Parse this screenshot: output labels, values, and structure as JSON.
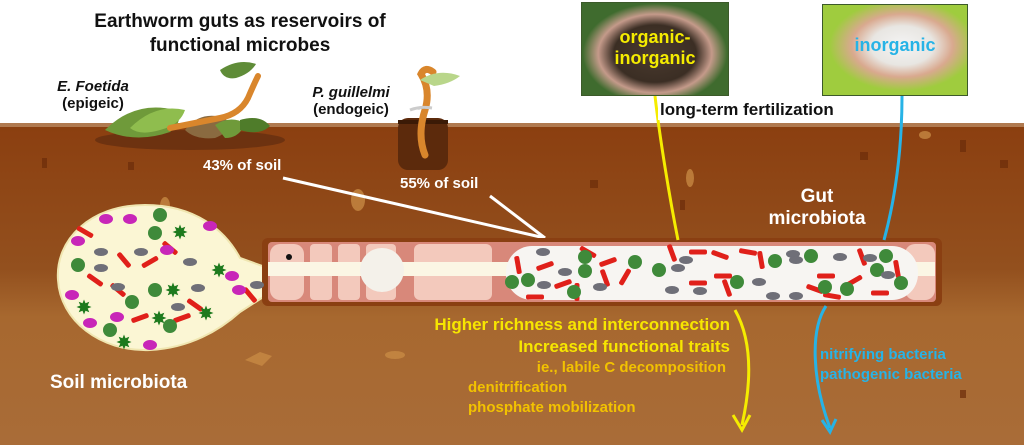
{
  "title": {
    "line1": "Earthworm guts as reservoirs of",
    "line2": "functional microbes"
  },
  "species": [
    {
      "name": "E. Foetida",
      "type": "(epigeic)",
      "soil_share": "43% of soil"
    },
    {
      "name": "P. guillelmi",
      "type": "(endogeic)",
      "soil_share": "55% of soil"
    }
  ],
  "fertilization": {
    "label": "long-term fertilization",
    "treatments": [
      {
        "line1": "organic-",
        "line2": "inorganic",
        "color": "#f5ec00"
      },
      {
        "line1": "inorganic",
        "color": "#27b3e6"
      }
    ]
  },
  "labels": {
    "gut_line1": "Gut",
    "gut_line2": "microbiota",
    "soil": "Soil microbiota"
  },
  "organic_effects": {
    "line1": "Higher richness and interconnection",
    "line2": "Increased functional traits",
    "line3": "ie., labile C decomposition",
    "line4": "denitrification",
    "line5": "phosphate mobilization"
  },
  "inorganic_effects": {
    "line1": "nitrifying bacteria",
    "line2": "pathogenic bacteria"
  },
  "colors": {
    "soil_dark": "#8a3f12",
    "soil_light": "#a86a35",
    "organic_arrow": "#f5ec00",
    "inorganic_arrow": "#27b3e6",
    "worm_body": "#d88c7c",
    "microbe_green": "#3f8a3a",
    "microbe_red": "#e0201a",
    "microbe_gray": "#6f6f78",
    "microbe_magenta": "#c826b8"
  }
}
